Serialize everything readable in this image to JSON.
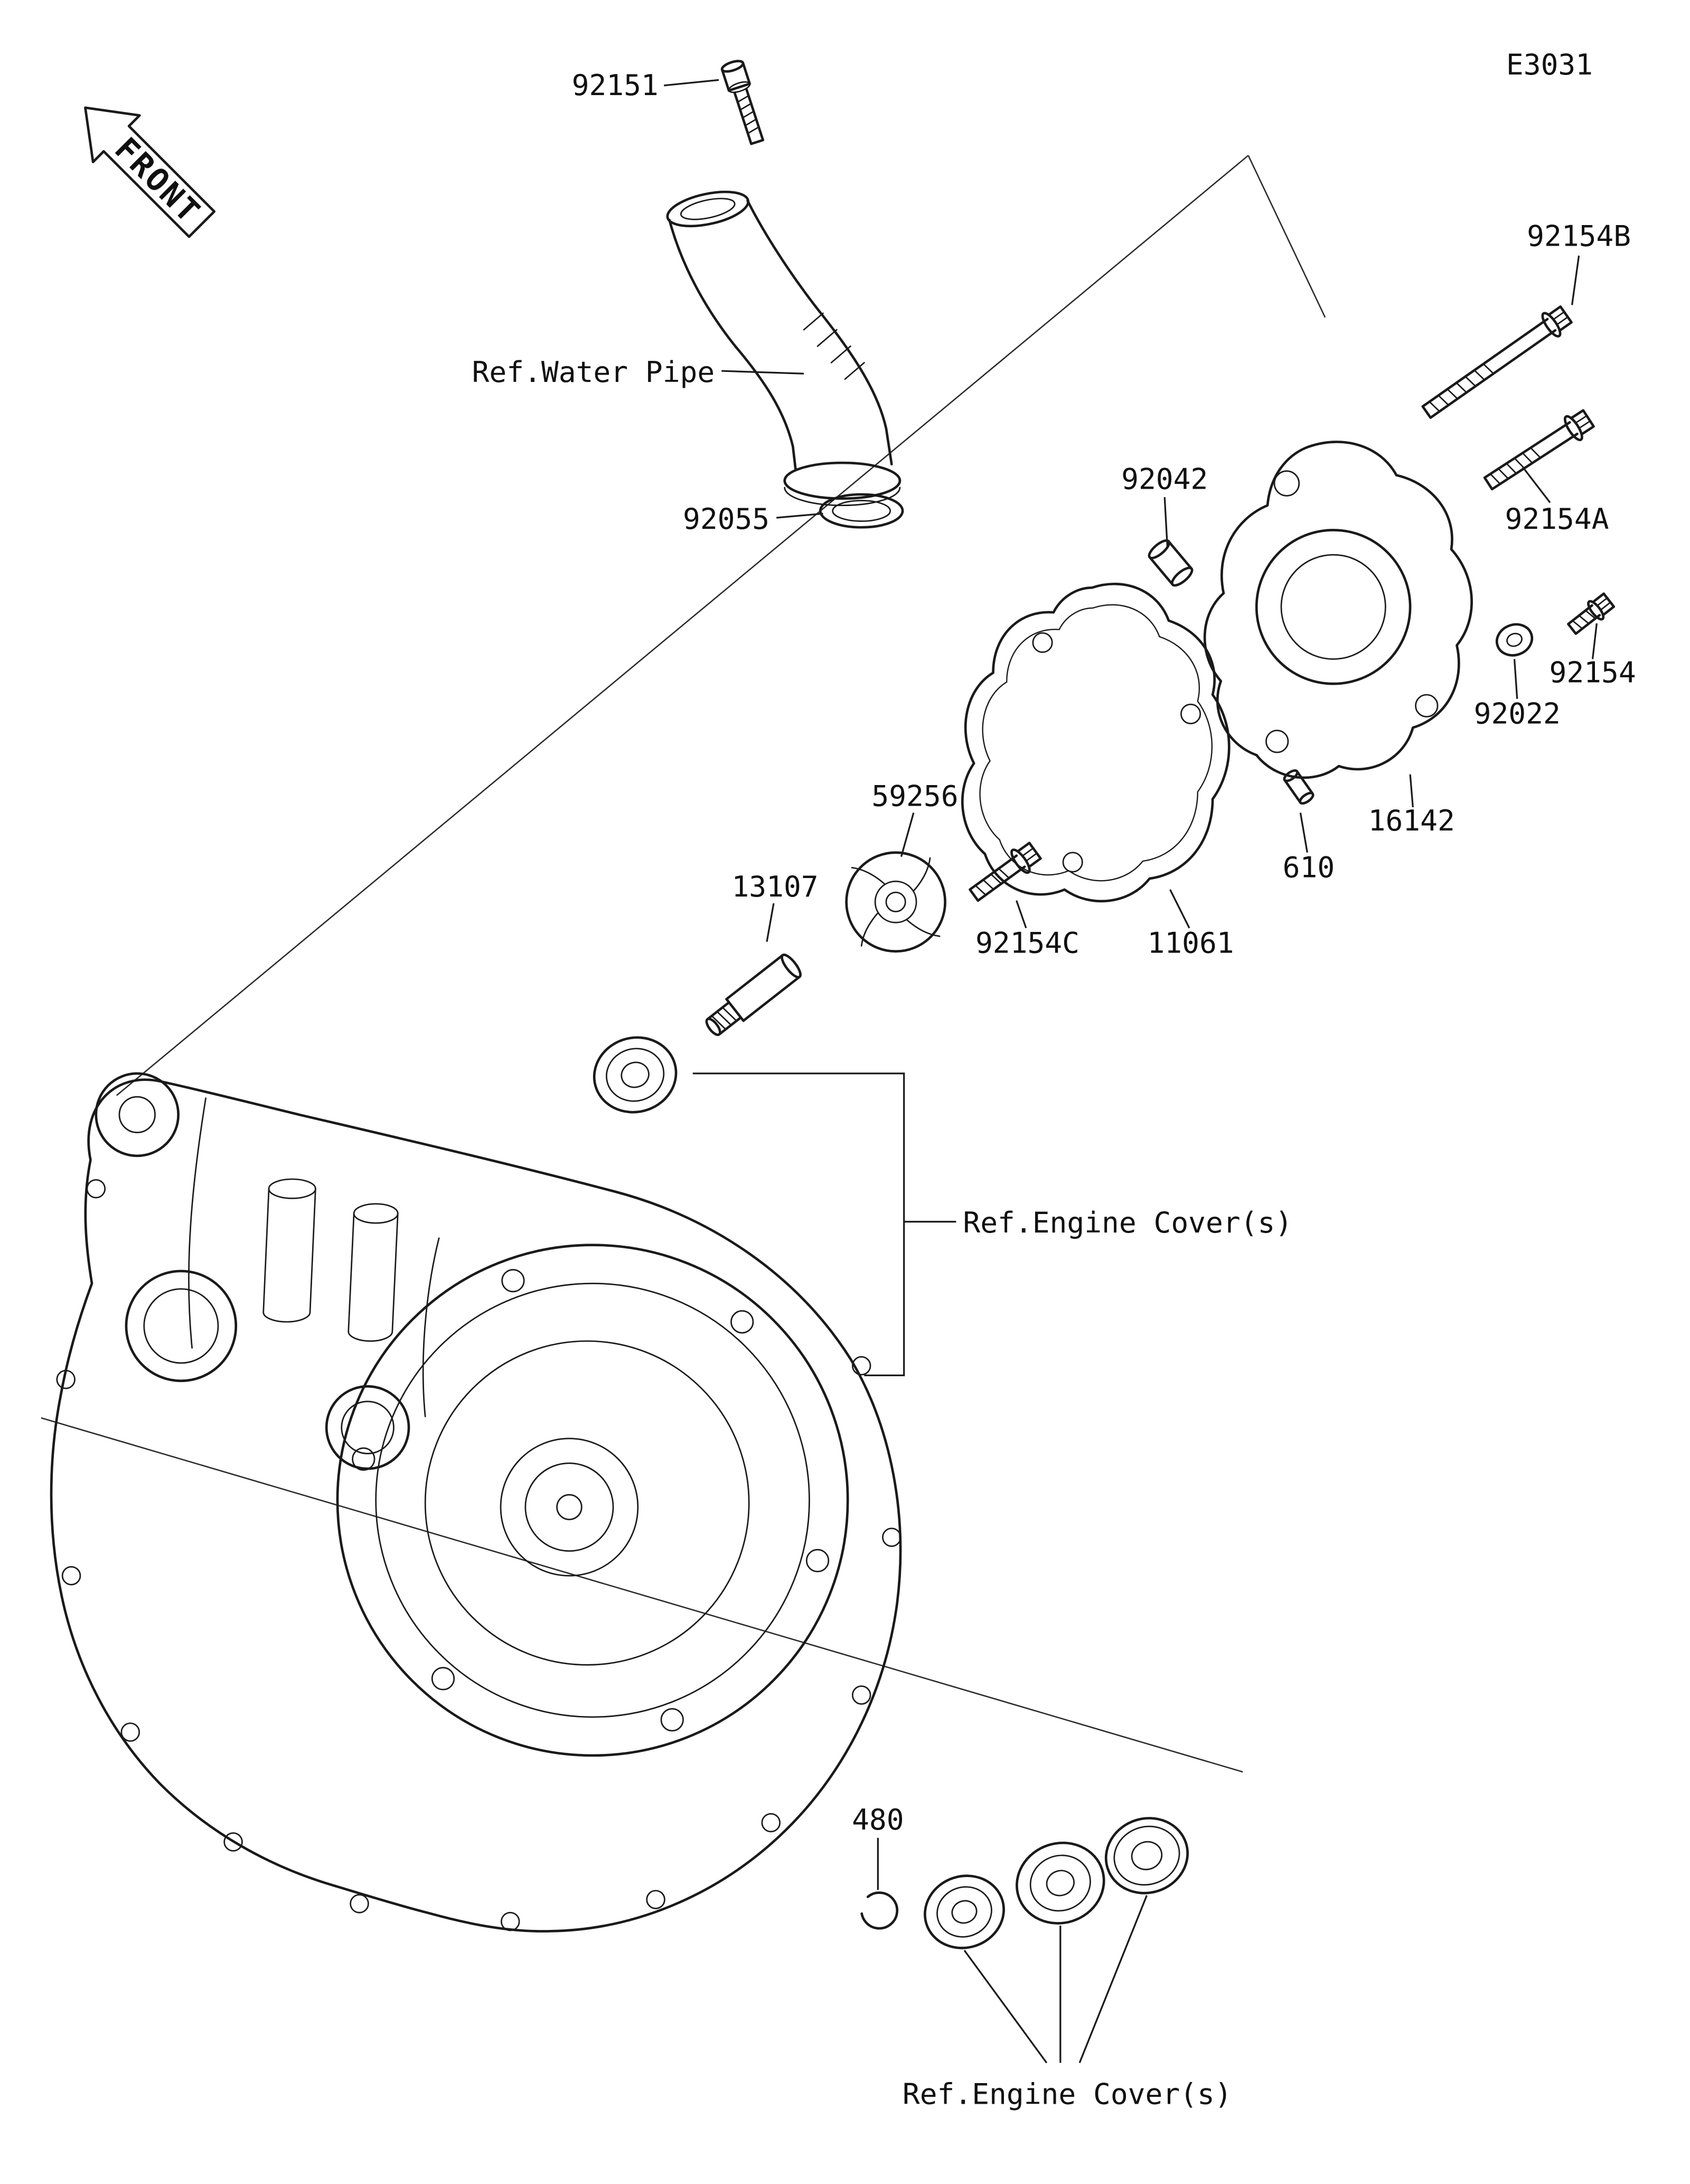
{
  "colors": {
    "ink": "#1a1a1a",
    "background": "#ffffff"
  },
  "labels": {
    "e3031": "E3031",
    "front": "FRONT",
    "bolt_92151": "92151",
    "ref_water_pipe": "Ref.Water Pipe",
    "oring_92055": "92055",
    "collar_92042": "92042",
    "bolt_92154B": "92154B",
    "bolt_92154A": "92154A",
    "bolt_92154": "92154",
    "washer_92022": "92022",
    "pump_cover_16142": "16142",
    "pin_610": "610",
    "impeller_59256": "59256",
    "bolt_92154C": "92154C",
    "gasket_11061": "11061",
    "shaft_13107": "13107",
    "ref_engine_cover_mid": "Ref.Engine Cover(s)",
    "ring_480": "480",
    "ref_engine_cover_bottom": "Ref.Engine Cover(s)"
  }
}
